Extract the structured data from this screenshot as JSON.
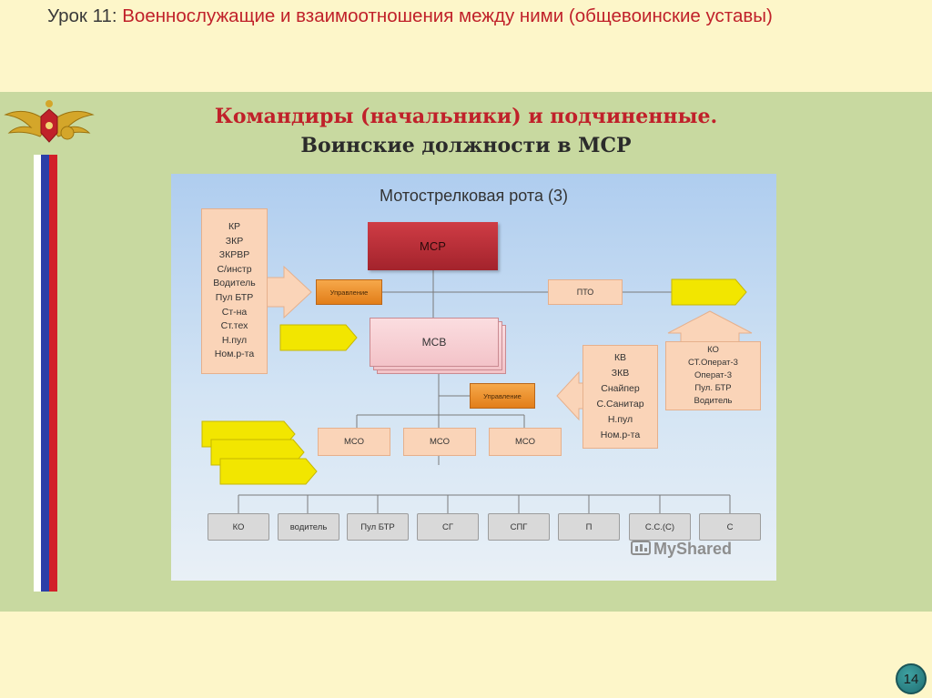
{
  "header": {
    "lesson": "Урок 11:",
    "topic": "Военнослужащие и взаимоотношения между ними (общевоинские уставы)"
  },
  "heading": {
    "line1": "Командиры (начальники) и подчиненные.",
    "line2": "Воинские должности в МСР"
  },
  "diagram": {
    "title": "Мотострелковая рота (3)",
    "msr": "МСР",
    "company_mgmt": "Управление",
    "pto": "ПТО",
    "msv": "МСВ",
    "platoon_mgmt": "Управление",
    "company_staff": [
      "КР",
      "ЗКР",
      "ЗКРВР",
      "С/инстр",
      "Водитель",
      "Пул БТР",
      "Ст-на",
      "Ст.тех",
      "Н.пул",
      "Ном.р-та"
    ],
    "pto_staff": [
      "КО",
      "СТ.Операт-3",
      "Операт-3",
      "Пул. БТР",
      "Водитель"
    ],
    "platoon_staff": [
      "КВ",
      "ЗКВ",
      "Снайпер",
      "С.Санитар",
      "Н.пул",
      "Ном.р-та"
    ],
    "squads": [
      "МСО",
      "МСО",
      "МСО"
    ],
    "squad_positions": [
      "КО",
      "водитель",
      "Пул БТР",
      "СГ",
      "СПГ",
      "П",
      "С.С.(С)",
      "С"
    ],
    "watermark": "MyShared"
  },
  "colors": {
    "background": "#FDF6C9",
    "band": "#C8D9A0",
    "accent_red": "#C0212A",
    "arrow_yellow": "#F2E600"
  },
  "page_number": "14"
}
